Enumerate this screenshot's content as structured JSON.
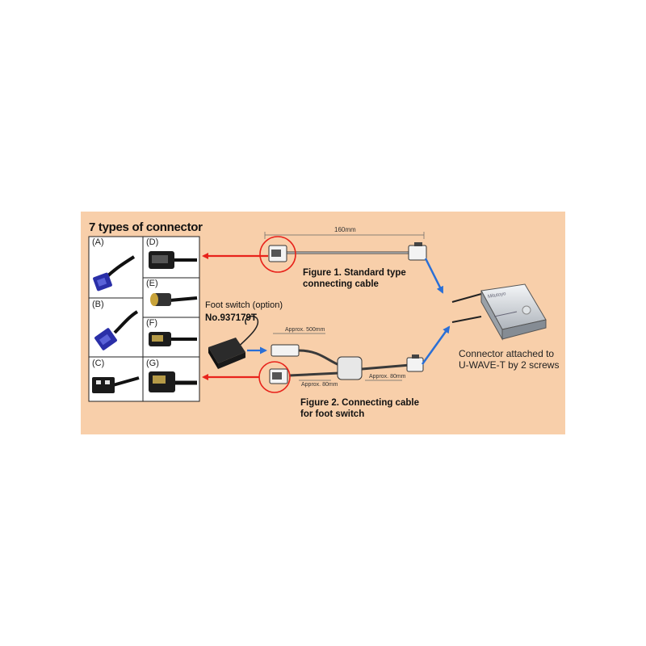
{
  "title": "7 types of connector",
  "connectors": [
    {
      "id": "A",
      "label": "(A)"
    },
    {
      "id": "B",
      "label": "(B)"
    },
    {
      "id": "C",
      "label": "(C)"
    },
    {
      "id": "D",
      "label": "(D)"
    },
    {
      "id": "E",
      "label": "(E)"
    },
    {
      "id": "F",
      "label": "(F)"
    },
    {
      "id": "G",
      "label": "(G)"
    }
  ],
  "foot_switch": {
    "label": "Foot switch (option)",
    "model": "No.937179T"
  },
  "figure1": {
    "caption_line1": "Figure 1. Standard type",
    "caption_line2": "connecting cable",
    "length": "160mm"
  },
  "figure2": {
    "caption_line1": "Figure 2. Connecting cable",
    "caption_line2": "for foot switch",
    "length_upper": "Approx. 500mm",
    "length_lower": "Approx. 80mm",
    "length_right": "Approx. 80mm"
  },
  "connector_note": "Connector attached to U-WAVE-T by 2 screws",
  "device_brand": "Mitutoyo",
  "colors": {
    "panel": "#f8cfaa",
    "red_arrow": "#e8231b",
    "blue_arrow": "#2a6fd6",
    "circle": "#e8231b",
    "connector_blue": "#2a2fa8"
  }
}
